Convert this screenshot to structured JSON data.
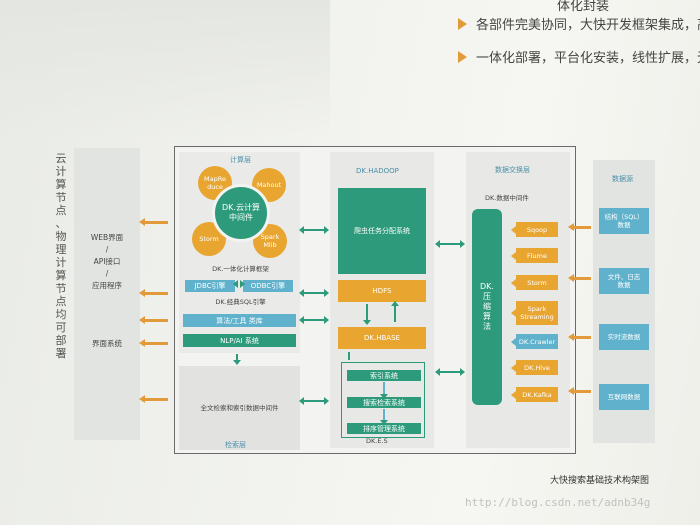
{
  "top": {
    "partial_line": "体化封装",
    "bullets": [
      "各部件完美协同，大快开发框架集成，高效",
      "一体化部署，平台化安装，线性扩展，无缝"
    ]
  },
  "left_vertical_text": "云计算节点、物理计算节点均可部署",
  "app_layer": {
    "web_lines": [
      "WEB界面",
      "/",
      "API接口",
      "/",
      "应用程序"
    ],
    "ui_system": "界面系统"
  },
  "compute": {
    "title": "计算层",
    "center": "DK.云计算\n中间件",
    "satellites": [
      "MapRe\nduce",
      "Mahout",
      "Storm",
      "Spark\nMlib"
    ],
    "caption": "DK.一体化计算框架",
    "jdbc": "JDBC引擎",
    "odbc": "ODBC引擎",
    "sql_caption": "DK.经典SQL引擎",
    "algo": "算法/工具 类库",
    "nlp": "NLP/AI 系统"
  },
  "search": {
    "middleware": "全文检索和索引数据中间件",
    "title": "检索层"
  },
  "hadoop": {
    "title": "DK.HADOOP",
    "scheduler": "爬虫任务分配系统",
    "hdfs": "HDFS",
    "hbase": "DK.HBASE",
    "es_items": [
      "索引系统",
      "搜索检索系统",
      "排序管理系统"
    ],
    "es_caption": "DK.E.S"
  },
  "exchange": {
    "title": "数据交换层",
    "subtitle": "DK.数据中间件",
    "compress": "DK.\n压\n缩\n算\n法",
    "tools": [
      "Sqoop",
      "Flume",
      "Storm",
      "Spark\nStreaming",
      "DK.Crawler",
      "DK.Hive",
      "DK.Kafka"
    ]
  },
  "sources": {
    "title": "数据源",
    "items": [
      "结构（SQL）\n数据",
      "文件、日志\n数据",
      "实时流数据",
      "互联网数据"
    ]
  },
  "caption": "大快搜索基础技术构架图",
  "watermark": "http://blog.csdn.net/adnb34g",
  "colors": {
    "teal": "#2d9b7b",
    "orange": "#e8a530",
    "blue": "#5fb1cc",
    "arrow": "#e29a3a"
  }
}
